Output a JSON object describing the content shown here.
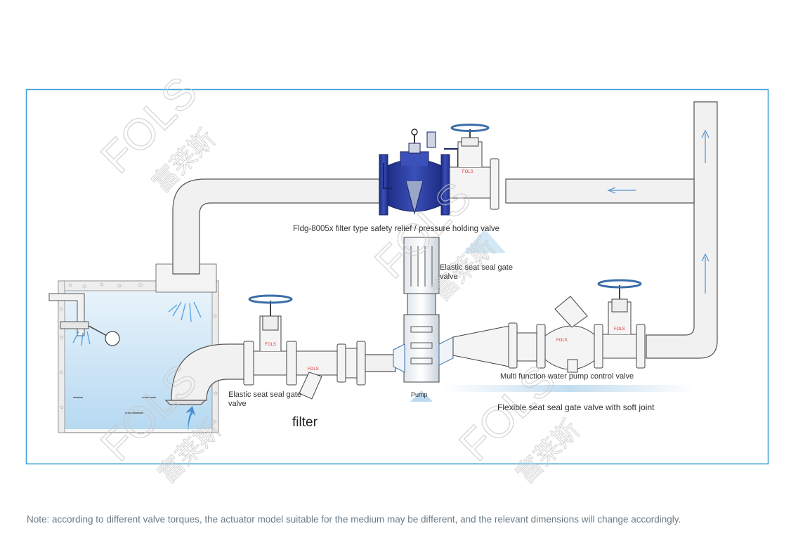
{
  "labels": {
    "relief_valve": "Fldg-8005x filter type safety relief / pressure holding valve",
    "elastic_gate_top": "Elastic seat seal gate valve",
    "elastic_gate_left": "Elastic seat seal gate valve",
    "pump": "Pump",
    "filter": "filter",
    "multi_function": "Multi function water pump control valve",
    "flexible_gate": "Flexible seat seal gate valve with soft joint"
  },
  "valve_marks": [
    "FOLS",
    "FOLS",
    "FOLS",
    "FOLS"
  ],
  "watermark": {
    "latin": "FOLS",
    "chinese": "富莱斯"
  },
  "note": "Note: according to different valve torques, the actuator model suitable for the medium may be different, and the relevant dimensions will change accordingly.",
  "colors": {
    "frame": "#3aa0d8",
    "pipe_fill": "#f1f1f1",
    "pipe_stroke": "#555555",
    "water": "#cfe6f7",
    "valve_blue": "#2d3d9a",
    "handwheel": "#3b6ea8",
    "flow_arrow": "#4a8fd0",
    "flow_arrow_orange": "#f08c3c",
    "note_text": "#6b7a86"
  }
}
